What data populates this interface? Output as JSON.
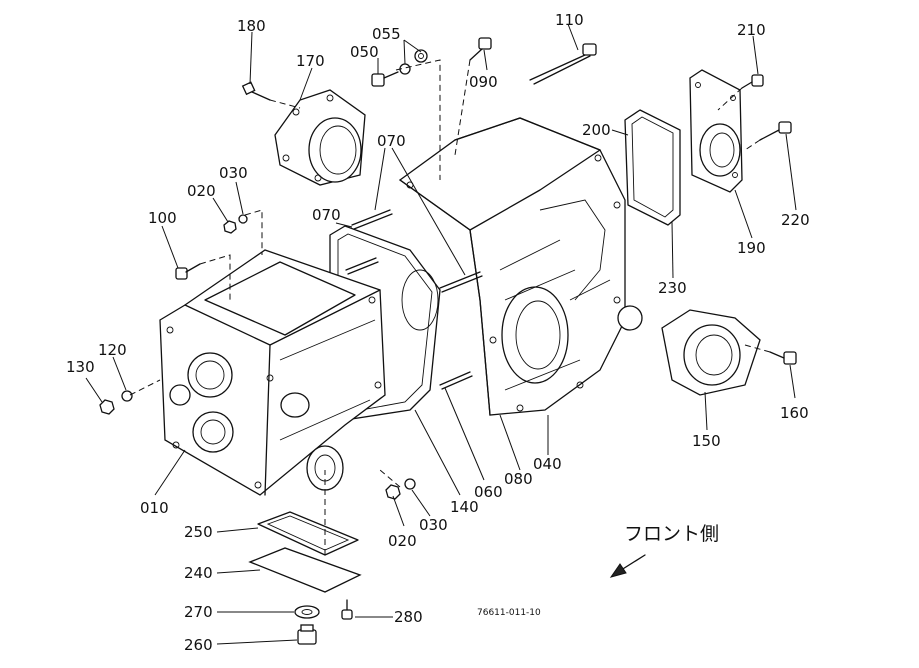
{
  "diagram": {
    "callouts": [
      {
        "id": "c180",
        "text": "180"
      },
      {
        "id": "c170",
        "text": "170"
      },
      {
        "id": "c055",
        "text": "055"
      },
      {
        "id": "c050",
        "text": "050"
      },
      {
        "id": "c090",
        "text": "090"
      },
      {
        "id": "c110",
        "text": "110"
      },
      {
        "id": "c210",
        "text": "210"
      },
      {
        "id": "c220",
        "text": "220"
      },
      {
        "id": "c200",
        "text": "200"
      },
      {
        "id": "c190",
        "text": "190"
      },
      {
        "id": "c230",
        "text": "230"
      },
      {
        "id": "c070a",
        "text": "070"
      },
      {
        "id": "c070b",
        "text": "070"
      },
      {
        "id": "c030a",
        "text": "030"
      },
      {
        "id": "c020a",
        "text": "020"
      },
      {
        "id": "c100",
        "text": "100"
      },
      {
        "id": "c120",
        "text": "120"
      },
      {
        "id": "c130",
        "text": "130"
      },
      {
        "id": "c160",
        "text": "160"
      },
      {
        "id": "c150",
        "text": "150"
      },
      {
        "id": "c040",
        "text": "040"
      },
      {
        "id": "c080",
        "text": "080"
      },
      {
        "id": "c060",
        "text": "060"
      },
      {
        "id": "c140",
        "text": "140"
      },
      {
        "id": "c030b",
        "text": "030"
      },
      {
        "id": "c020b",
        "text": "020"
      },
      {
        "id": "c010",
        "text": "010"
      },
      {
        "id": "c250",
        "text": "250"
      },
      {
        "id": "c240",
        "text": "240"
      },
      {
        "id": "c270",
        "text": "270"
      },
      {
        "id": "c280",
        "text": "280"
      },
      {
        "id": "c260",
        "text": "260"
      }
    ],
    "front_label": "フロント側",
    "drawing_code": "76611-011-10"
  }
}
